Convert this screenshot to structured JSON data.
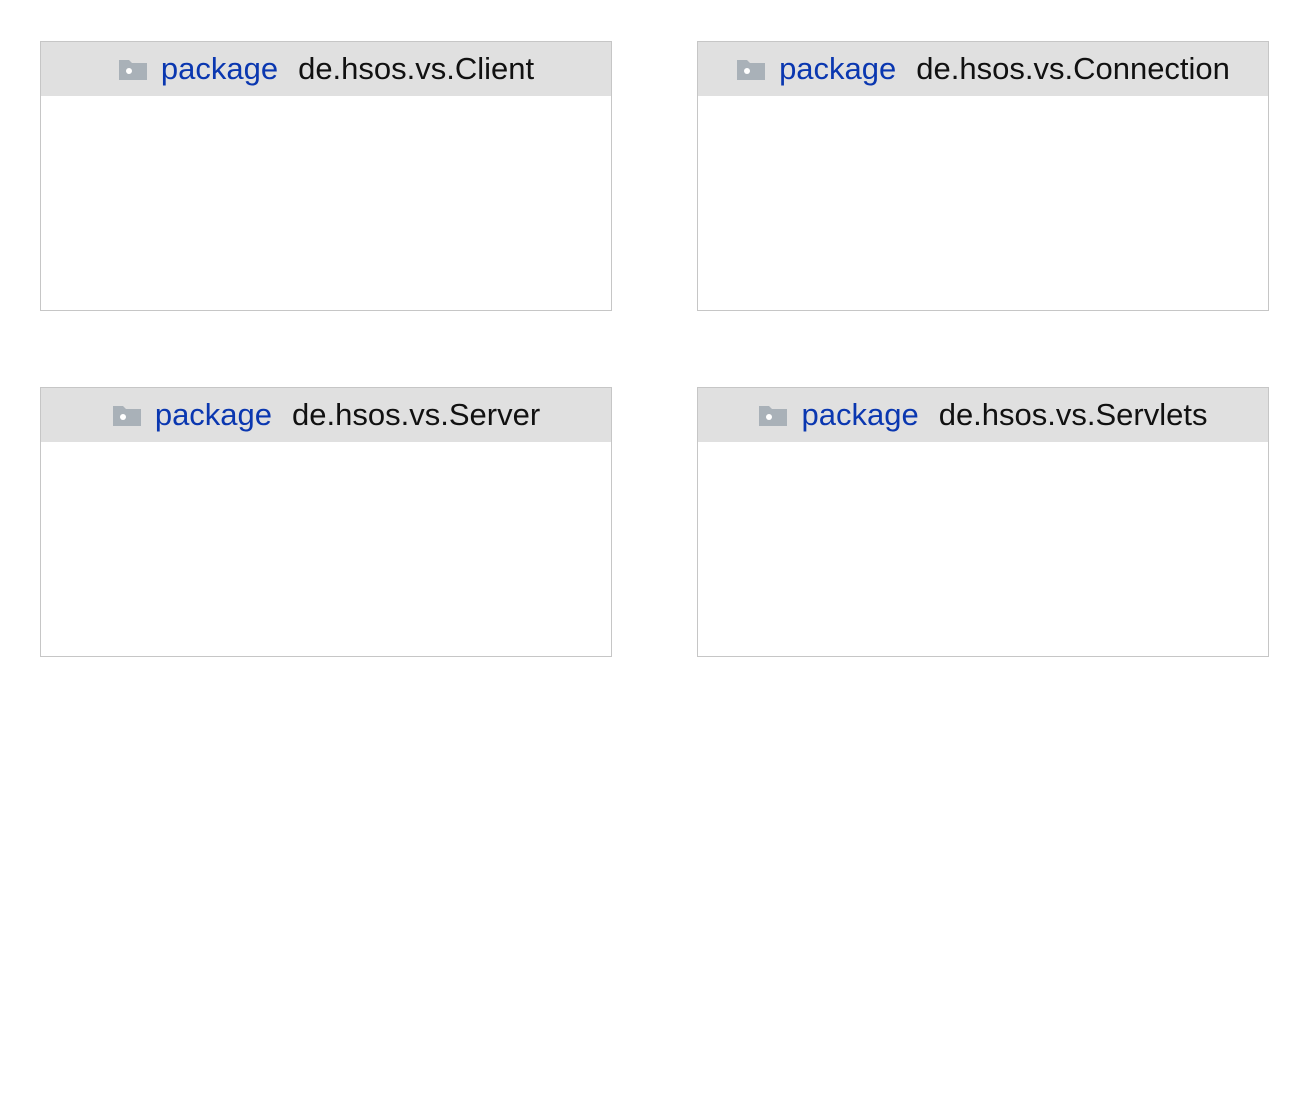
{
  "diagram": {
    "icon": "folder-icon",
    "colors": {
      "header_bg": "#e0e0e0",
      "keyword": "#0a37b0",
      "name": "#111111",
      "icon": "#a9b1b8",
      "border": "#c6c6c6"
    },
    "packages": [
      {
        "keyword": "package",
        "name": "de.hsos.vs.Client"
      },
      {
        "keyword": "package",
        "name": "de.hsos.vs.Connection"
      },
      {
        "keyword": "package",
        "name": "de.hsos.vs.Server"
      },
      {
        "keyword": "package",
        "name": "de.hsos.vs.Servlets"
      }
    ]
  }
}
